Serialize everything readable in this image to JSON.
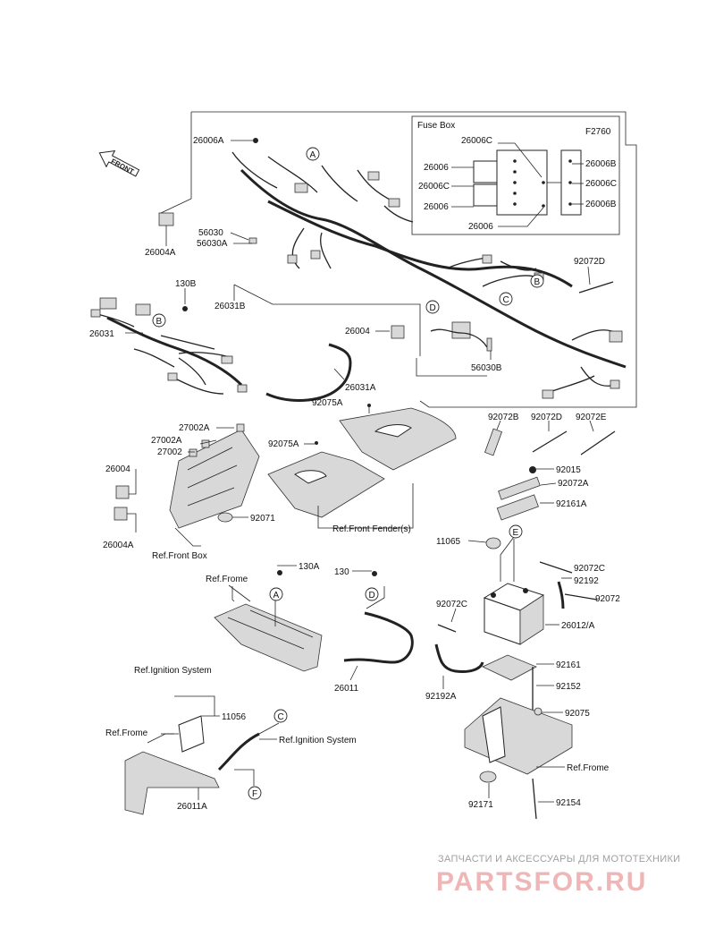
{
  "diagram_code": "F2760",
  "fuse_box": {
    "title": "Fuse Box",
    "left_labels": [
      "26006C",
      "26006",
      "26006C",
      "26006",
      "26006"
    ],
    "right_labels": [
      "26006B",
      "26006C",
      "26006B"
    ]
  },
  "front_arrow": "FRONT",
  "callouts": [
    "A",
    "B",
    "C",
    "D",
    "E",
    "F"
  ],
  "part_labels": {
    "p26006A": "26006A",
    "p26004A_top": "26004A",
    "p56030": "56030",
    "p56030A": "56030A",
    "p130B": "130B",
    "p26031B": "26031B",
    "p26031": "26031",
    "p92072D_top": "92072D",
    "p26004_mid": "26004",
    "p56030B": "56030B",
    "p26031A": "26031A",
    "p92075A_top": "92075A",
    "p92075A_left": "92075A",
    "p27002A": "27002A",
    "p27002A_2": "27002A",
    "p27002": "27002",
    "p26004_left": "26004",
    "p26004A_left": "26004A",
    "p92071": "92071",
    "p92072B": "92072B",
    "p92072D": "92072D",
    "p92072E": "92072E",
    "p92015": "92015",
    "p92072A": "92072A",
    "p92161A": "92161A",
    "p11065": "11065",
    "p130A": "130A",
    "p130": "130",
    "p92072C_right": "92072C",
    "p92192": "92192",
    "p92072": "92072",
    "p92072C_left": "92072C",
    "p26012A": "26012/A",
    "p26011": "26011",
    "p92192A": "92192A",
    "p92161": "92161",
    "p92152": "92152",
    "p92075": "92075",
    "p11056": "11056",
    "p26011A": "26011A",
    "p92171": "92171",
    "p92154": "92154"
  },
  "references": {
    "front_fender": "Ref.Front Fender(s)",
    "front_box": "Ref.Front Box",
    "frame_top": "Ref.Frome",
    "ignition_top": "Ref.Ignition System",
    "frame_left": "Ref.Frome",
    "ignition_right": "Ref.Ignition System",
    "frame_right": "Ref.Frome"
  },
  "watermark": {
    "caption": "ЗАПЧАСТИ И АКСЕССУАРЫ ДЛЯ МОТОТЕХНИКИ",
    "brand": "PARTSFOR.RU"
  }
}
